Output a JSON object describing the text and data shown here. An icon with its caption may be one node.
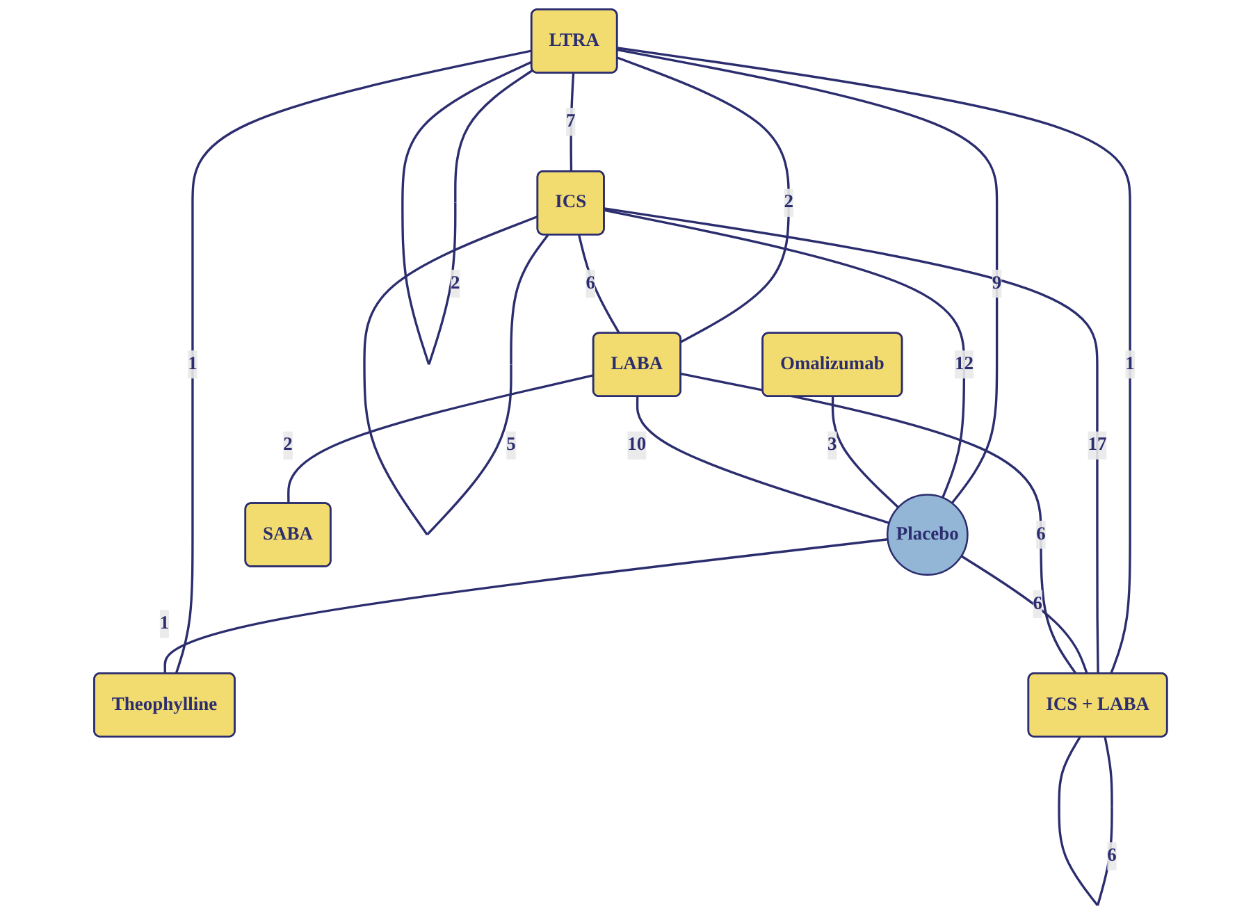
{
  "diagram": {
    "nodes": [
      {
        "text": [
          "LTRA"
        ]
      },
      {
        "text": [
          "ICS"
        ]
      },
      {
        "text": [
          "Omalizumab"
        ]
      },
      {
        "text": [
          "Placebo"
        ]
      },
      {
        "text": [
          "LABA"
        ]
      },
      {
        "text": [
          "Theophylline"
        ]
      },
      {
        "text": [
          "ICS + LABA"
        ]
      },
      {
        "text": [
          "SABA"
        ]
      }
    ],
    "edges": [
      {
        "from": 0,
        "to": 0,
        "arrow": "none",
        "label": "2"
      },
      {
        "from": 0,
        "to": 1,
        "arrow": "none",
        "label": "7"
      },
      {
        "from": 0,
        "to": 4,
        "arrow": "none",
        "label": "2"
      },
      {
        "from": 0,
        "to": 6,
        "arrow": "none",
        "label": "1"
      },
      {
        "from": 0,
        "to": 3,
        "arrow": "none",
        "label": "9"
      },
      {
        "from": 0,
        "to": 5,
        "arrow": "none",
        "label": "1"
      },
      {
        "from": 1,
        "to": 1,
        "arrow": "none",
        "label": "5"
      },
      {
        "from": 1,
        "to": 4,
        "arrow": "none",
        "label": "6"
      },
      {
        "from": 1,
        "to": 3,
        "arrow": "none",
        "label": "12"
      },
      {
        "from": 1,
        "to": 6,
        "arrow": "none",
        "label": "17"
      },
      {
        "from": 2,
        "to": 3,
        "arrow": "none",
        "label": "3"
      },
      {
        "from": 4,
        "to": 3,
        "arrow": "none",
        "label": "10"
      },
      {
        "from": 3,
        "to": 5,
        "arrow": "none",
        "label": "1"
      },
      {
        "from": 3,
        "to": 6,
        "arrow": "none",
        "label": "6"
      },
      {
        "from": 4,
        "to": 6,
        "arrow": "none",
        "label": "6"
      },
      {
        "from": 4,
        "to": 7,
        "arrow": "none",
        "label": "2"
      },
      {
        "from": 6,
        "to": 6,
        "arrow": "none",
        "label": "6"
      }
    ]
  }
}
